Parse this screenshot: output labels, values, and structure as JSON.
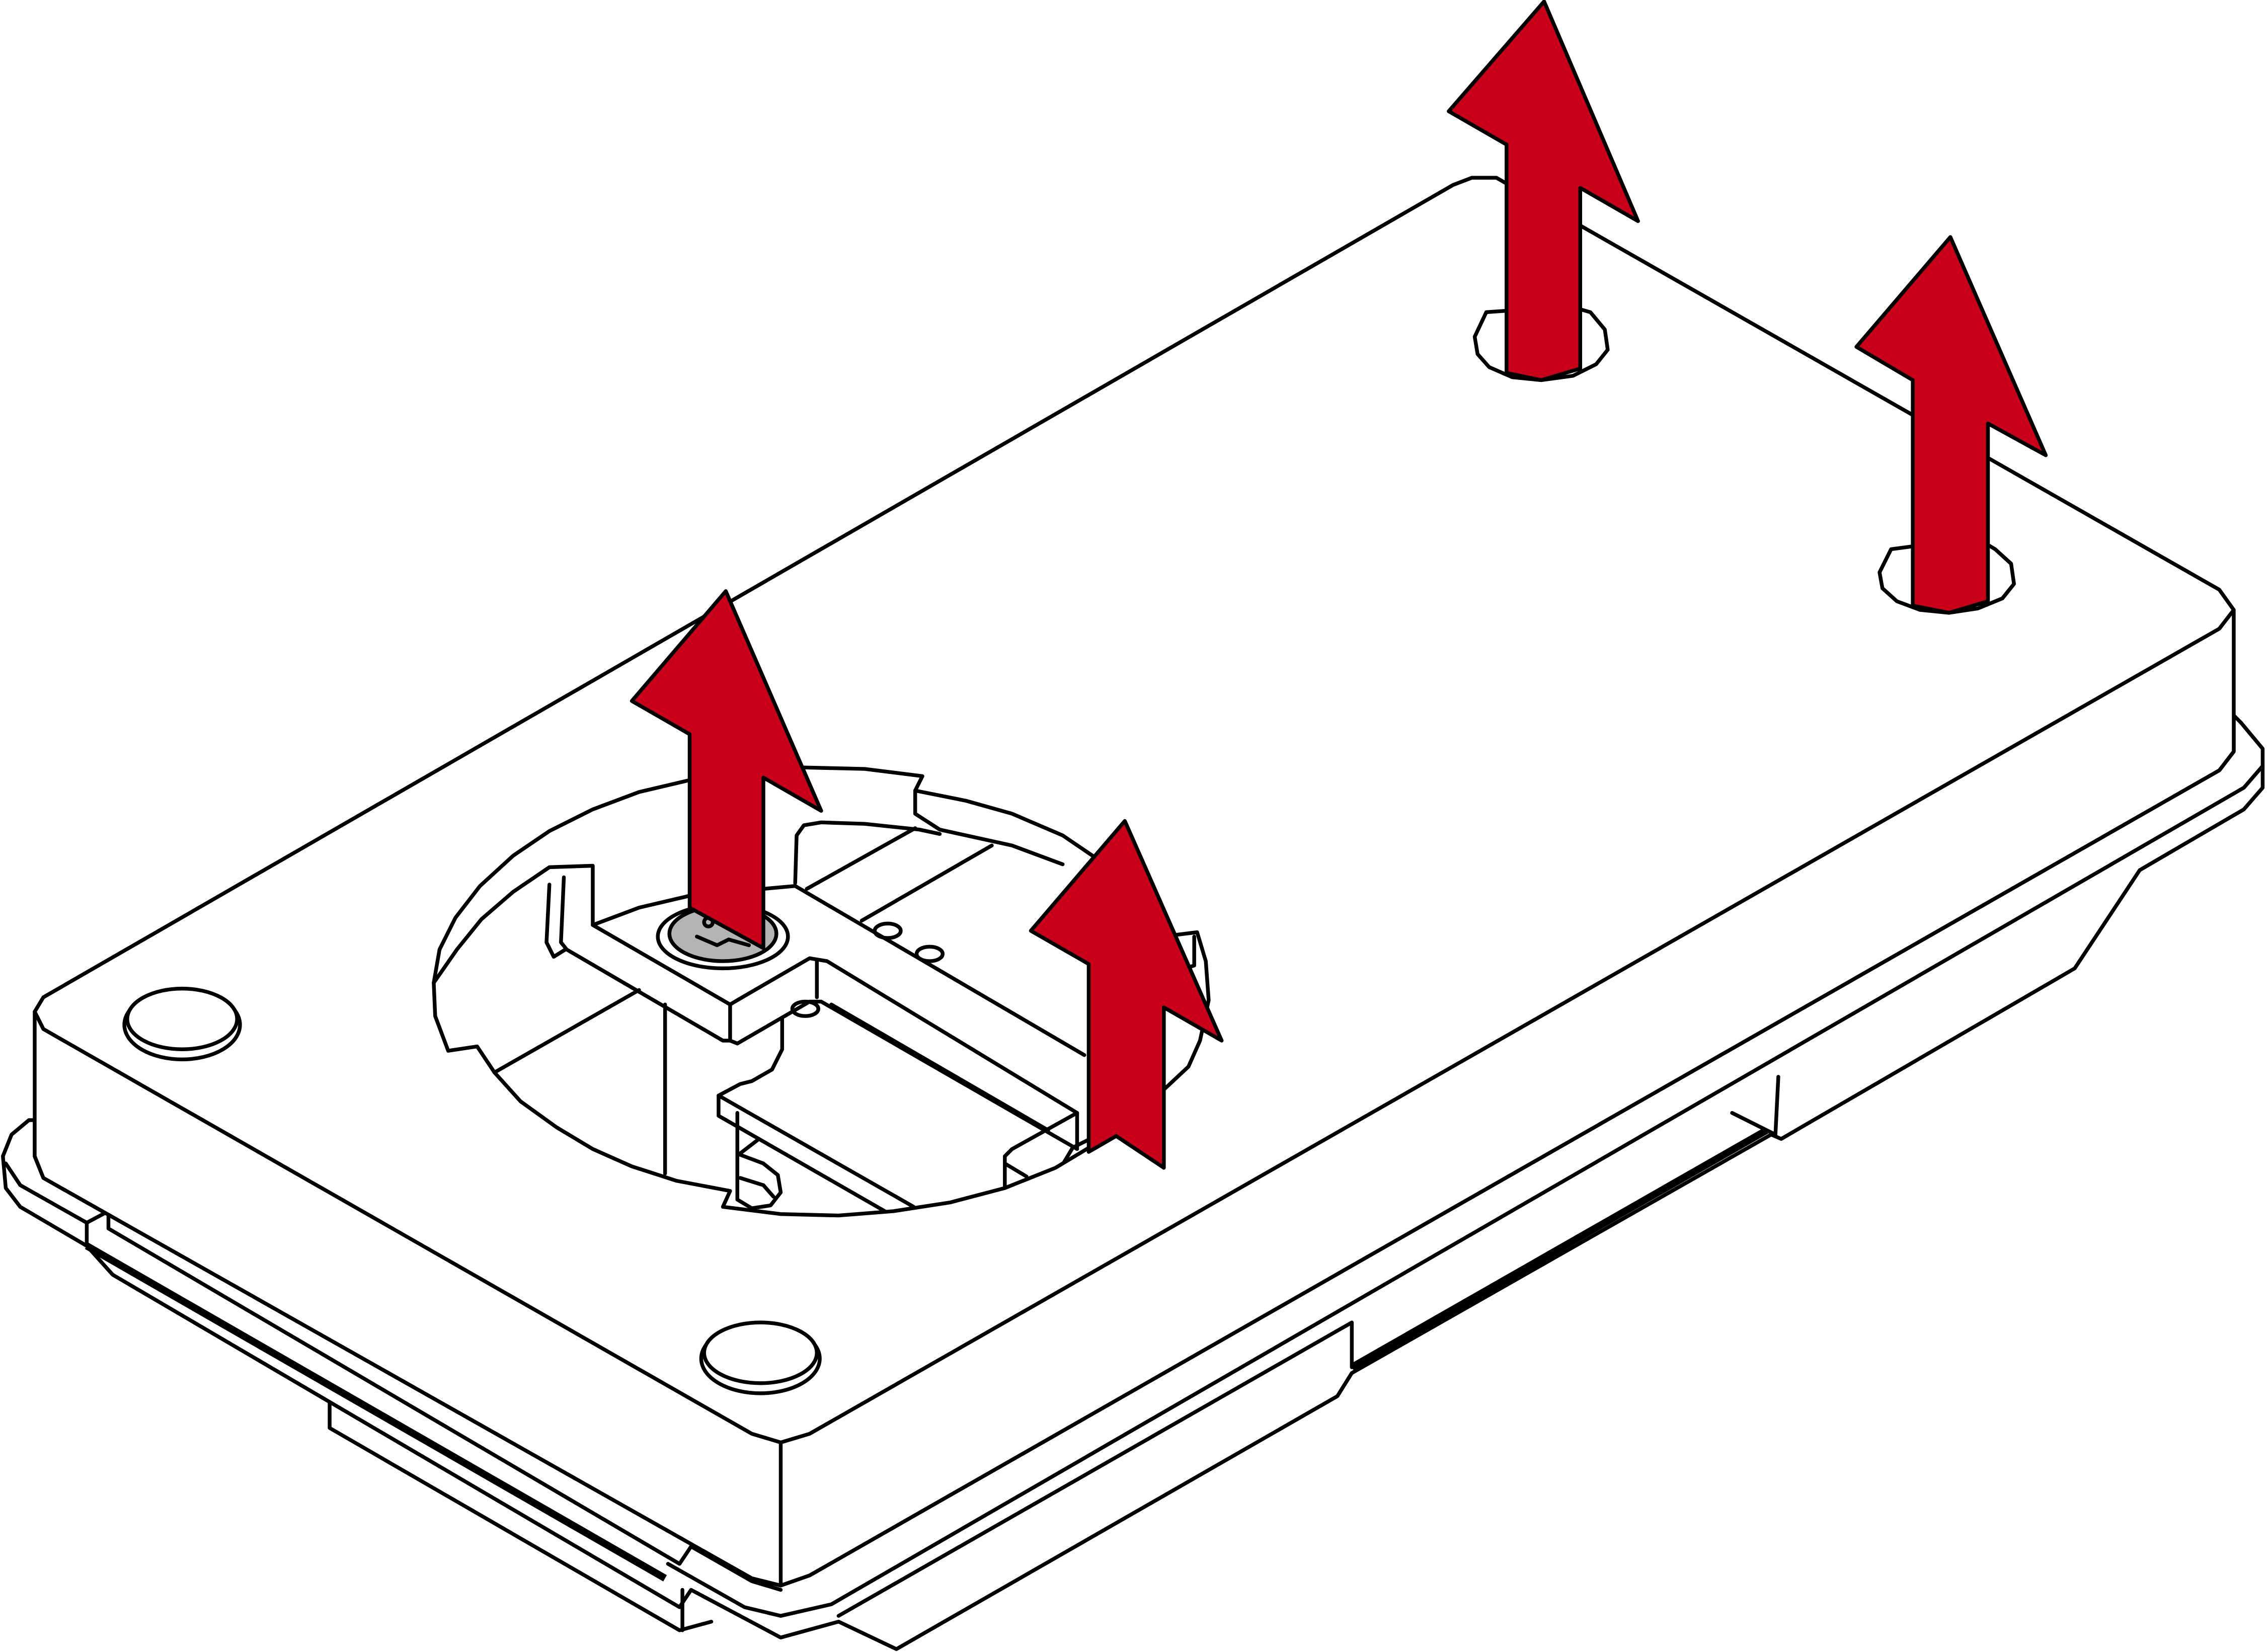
{
  "diagram": {
    "subject": "device-housing-lift-off",
    "arrow_count": 4,
    "arrow_direction": "up",
    "colors": {
      "arrow_fill": "#c8001a",
      "outline": "#000000",
      "background": "#ffffff",
      "screw_fill": "#b4b4b4"
    }
  }
}
